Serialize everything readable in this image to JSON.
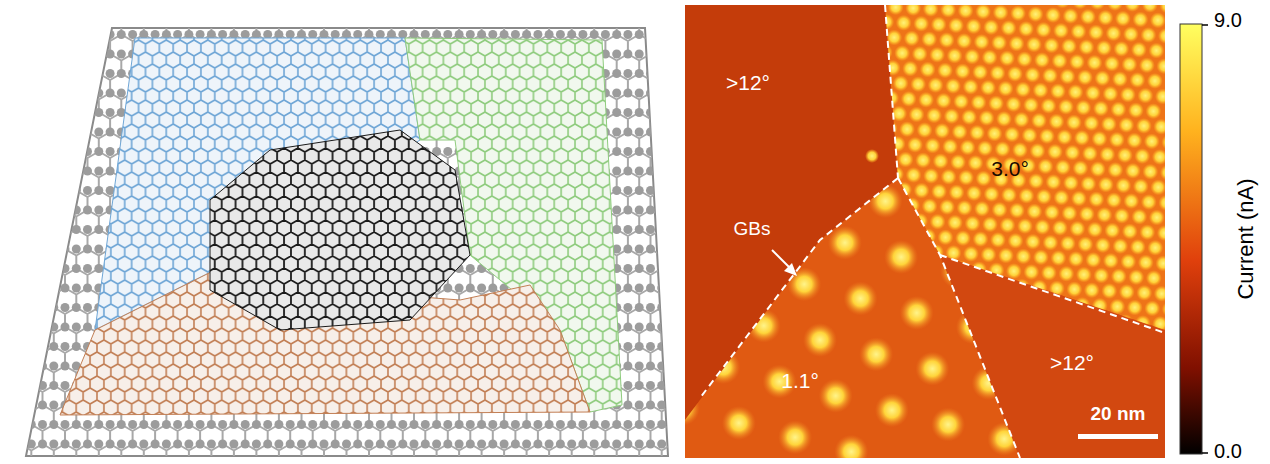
{
  "diagram": {
    "labels": [
      ">12°",
      "3.0°",
      "GBs",
      "1.1°",
      ">12°",
      "20 nm",
      "9.0",
      "Current (nA)",
      "0.0"
    ]
  }
}
